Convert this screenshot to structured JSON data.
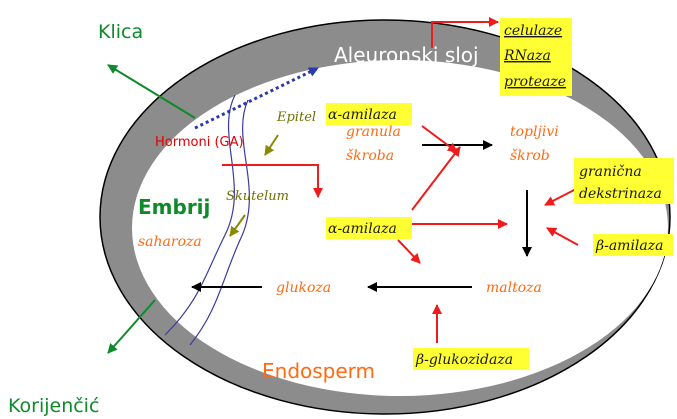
{
  "labels": {
    "klica": "Klica",
    "korijencic": "Korijenčić",
    "aleuronski_sloj": "Aleuronski sloj",
    "celulaze": "celulaze",
    "rnaza": "RNaza",
    "proteaze": "proteaze",
    "epitel": "Epitel",
    "hormoni": "Hormoni (GA)",
    "skutelum": "Skutelum",
    "embrij": "Embrij",
    "saharoza": "saharoza",
    "alpha_amilaza_top": "α-amilaza",
    "granula": "granula",
    "skroba": "škroba",
    "topljivi": "topljivi",
    "skrob": "škrob",
    "granicna": "granična",
    "dekstrinaza": "dekstrinaza",
    "alpha_amilaza_mid": "α-amilaza",
    "beta_amilaza": "β-amilaza",
    "glukoza": "glukoza",
    "maltoza": "maltoza",
    "endosperm": "Endosperm",
    "beta_glukozidaza": "β-glukozidaza"
  },
  "colors": {
    "green": "#0f8a2a",
    "orange": "#ff6a13",
    "red": "#ee1c1c",
    "highlight": "#ffff33",
    "grey_ring": "#8c8c8c",
    "blue_dotted": "#2a3aa8"
  }
}
